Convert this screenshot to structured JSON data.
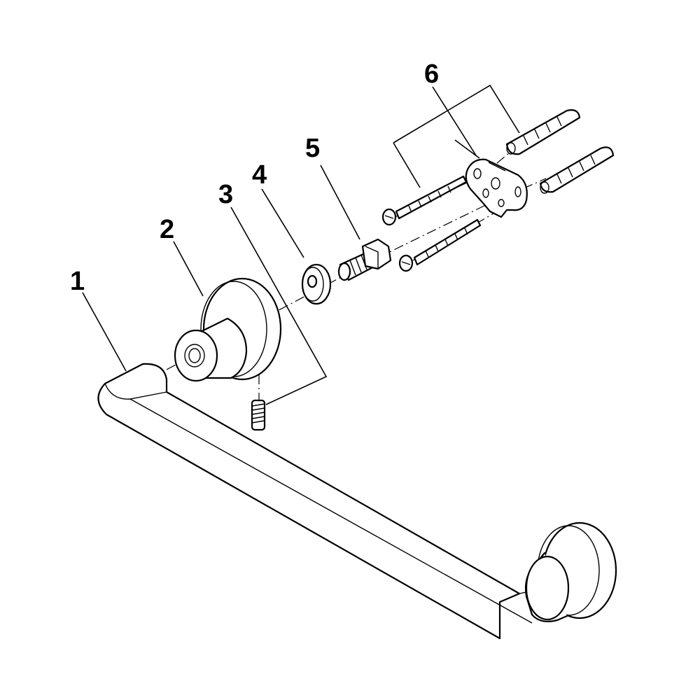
{
  "callouts": {
    "part_1": "1",
    "part_2": "2",
    "part_3": "3",
    "part_4": "4",
    "part_5": "5",
    "part_6": "6"
  },
  "colors": {
    "line": "#000000",
    "background": "#ffffff"
  }
}
